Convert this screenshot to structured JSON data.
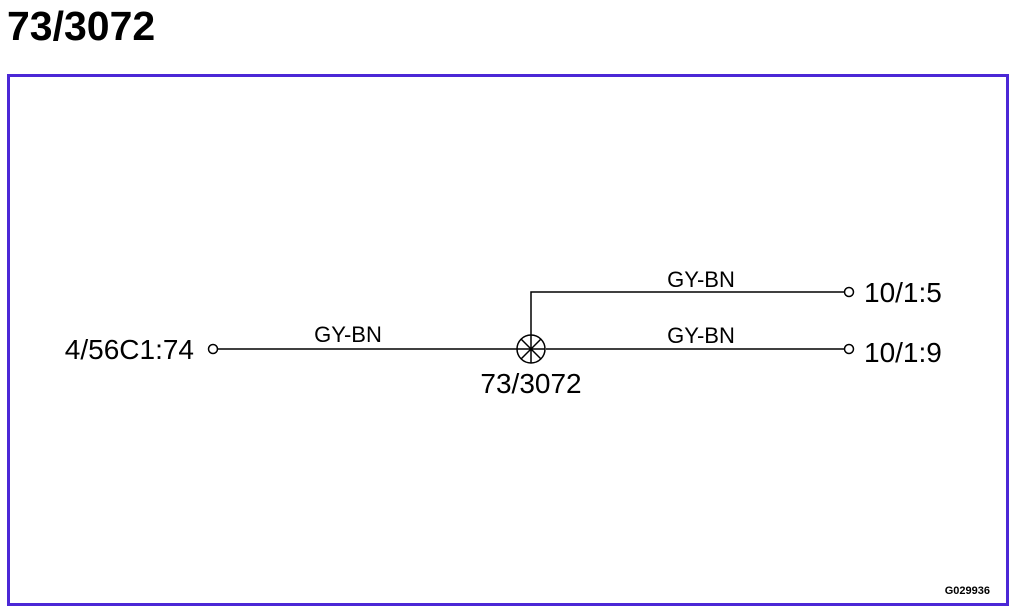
{
  "header": {
    "title": "73/3072"
  },
  "frame": {
    "border_color": "#4b28d6"
  },
  "diagram": {
    "splice": {
      "id": "73/3072",
      "symbol": "splice-circle-x-icon"
    },
    "terminals": {
      "left": "4/56C1:74",
      "right_top": "10/1:5",
      "right_bottom": "10/1:9"
    },
    "wires": {
      "left_to_splice": "GY-BN",
      "splice_to_top": "GY-BN",
      "splice_to_bottom": "GY-BN"
    },
    "figure_code": "G029936"
  }
}
